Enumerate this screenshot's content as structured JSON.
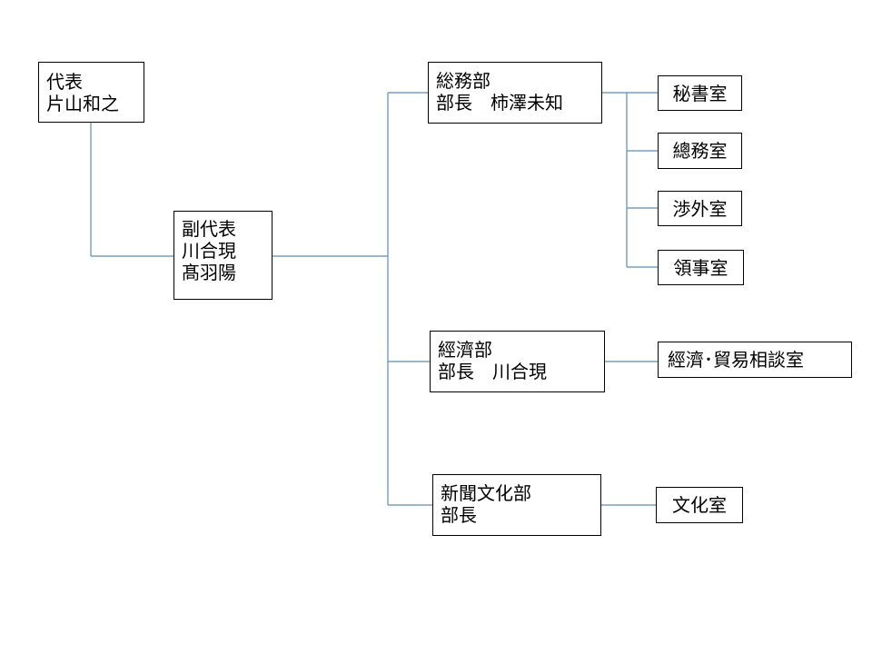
{
  "colors": {
    "connector": "#5b8db8",
    "border": "#000000"
  },
  "nodes": {
    "representative": {
      "line1": "代表",
      "line2": "片山和之"
    },
    "deputy": {
      "line1": "副代表",
      "line2": "川合現",
      "line3": "髙羽陽"
    },
    "general_affairs": {
      "line1": "総務部",
      "line2": "部長　柿澤未知"
    },
    "economic": {
      "line1": "經濟部",
      "line2": "部長　川合現"
    },
    "press_culture": {
      "line1": "新聞文化部",
      "line2": "部長"
    },
    "secretary": {
      "label": "秘書室"
    },
    "general_affairs_office": {
      "label": "總務室"
    },
    "external_affairs": {
      "label": "渉外室"
    },
    "consular": {
      "label": "領事室"
    },
    "trade_consult": {
      "label": "經濟･貿易相談室"
    },
    "culture_office": {
      "label": "文化室"
    }
  }
}
